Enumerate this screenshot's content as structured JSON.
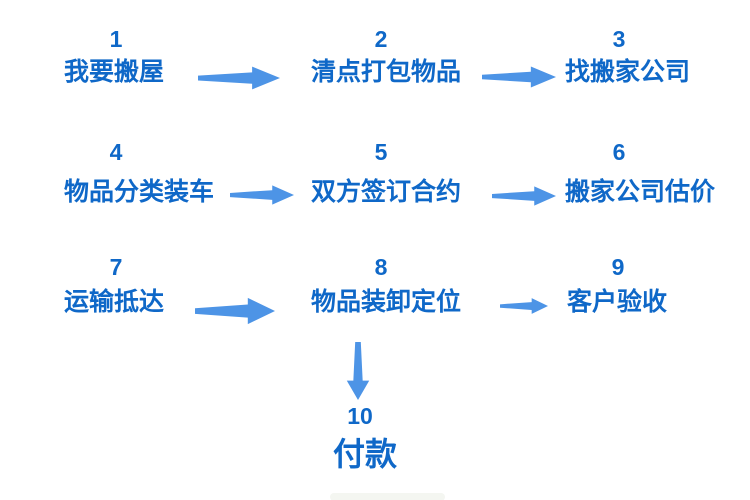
{
  "diagram": {
    "type": "flowchart",
    "language": "zh",
    "steps": [
      {
        "num": "1",
        "label": "我要搬屋"
      },
      {
        "num": "2",
        "label": "清点打包物品"
      },
      {
        "num": "3",
        "label": "找搬家公司"
      },
      {
        "num": "4",
        "label": "物品分类装车"
      },
      {
        "num": "5",
        "label": "双方签订合约"
      },
      {
        "num": "6",
        "label": "搬家公司估价"
      },
      {
        "num": "7",
        "label": "运输抵达"
      },
      {
        "num": "8",
        "label": "物品装卸定位"
      },
      {
        "num": "9",
        "label": "客户验收"
      },
      {
        "num": "10",
        "label": "付款"
      }
    ],
    "connections": [
      "1-2",
      "2-3",
      "4-5",
      "5-6",
      "7-8",
      "8-9",
      "8-10"
    ]
  },
  "colors": {
    "step_text": "#0f68c8",
    "arrow": "#4d94e6",
    "background": "#ffffff"
  }
}
